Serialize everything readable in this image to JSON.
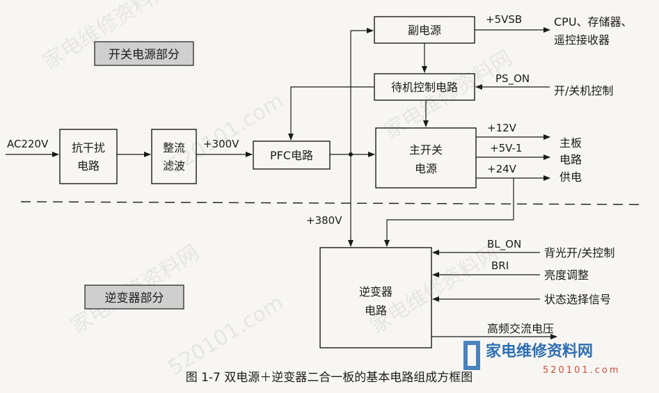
{
  "sections": {
    "power": "开关电源部分",
    "inverter": "逆变器部分"
  },
  "blocks": {
    "emi": [
      "抗干扰",
      "电路"
    ],
    "rectifier": [
      "整流",
      "滤波"
    ],
    "pfc": "PFC电路",
    "aux_power": "副电源",
    "standby": "待机控制电路",
    "main_switch": [
      "主开关",
      "电源"
    ],
    "inverter": [
      "逆变器",
      "电路"
    ]
  },
  "signals": {
    "ac_in": "AC220V",
    "v300": "+300V",
    "v380": "+380V",
    "v5vsb": "+5VSB",
    "ps_on": "PS_ON",
    "v12": "+12V",
    "v5": "+5V-1",
    "v24": "+24V",
    "bl_on": "BL_ON",
    "bri": "BRI"
  },
  "outputs": {
    "cpu": [
      "CPU、存储器、",
      "遥控接收器"
    ],
    "onoff": "开/关机控制",
    "mainboard": [
      "主板",
      "电路",
      "供电"
    ],
    "backlight": "背光开/关控制",
    "brightness": "亮度调整",
    "state": "状态选择信号",
    "hf": "高频交流电压"
  },
  "caption": "图 1-7   双电源＋逆变器二合一板的基本电路组成方框图",
  "watermarks": {
    "site": "家电维修资料网",
    "url": "520101.com",
    "logo": "家电维修资料网",
    "logo_url": "520101.com"
  },
  "colors": {
    "ink": "#1a1a1a",
    "tag_fill": "#cfcfcf",
    "logo_blue": "#2d6fb3",
    "logo_red": "#d04a3a"
  }
}
